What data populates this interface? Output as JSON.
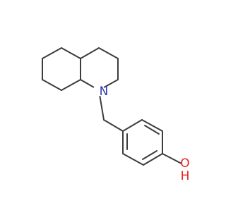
{
  "molecule": {
    "atom_labels": {
      "nitrogen": "N",
      "hydroxyl": "O",
      "hydroxyl_h": "H"
    },
    "colors": {
      "bond": "#3c3c3c",
      "nitrogen": "#2f3ab8",
      "oxygen": "#e8231e",
      "background": "#ffffff"
    }
  }
}
